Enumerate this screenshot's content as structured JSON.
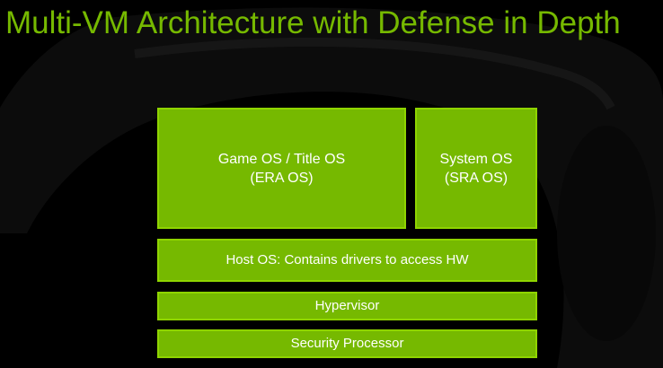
{
  "title": "Multi-VM Architecture with Defense in Depth",
  "colors": {
    "accent": "#76b900",
    "background": "#000000",
    "block_text": "#ffffff"
  },
  "blocks": {
    "game_os": {
      "line1": "Game OS / Title OS",
      "line2": "(ERA OS)"
    },
    "system_os": {
      "line1": "System OS",
      "line2": "(SRA OS)"
    },
    "host_os": {
      "label": "Host OS: Contains drivers to access HW"
    },
    "hypervisor": {
      "label": "Hypervisor"
    },
    "security_processor": {
      "label": "Security Processor"
    }
  }
}
